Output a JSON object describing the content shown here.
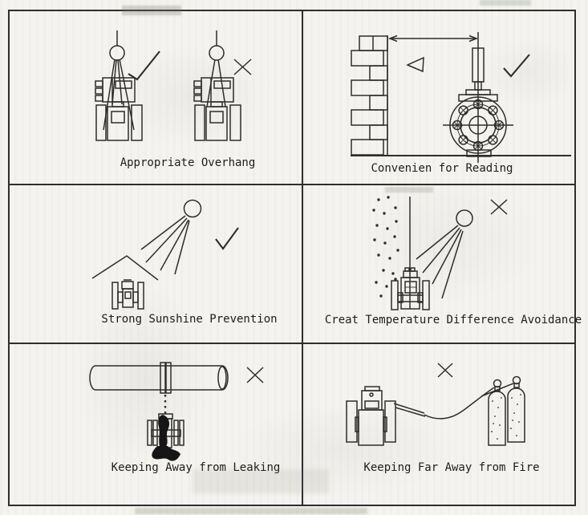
{
  "colors": {
    "paper": "#f4f3ef",
    "ink": "#2d2d2d",
    "caption_text": "#1d1d1d"
  },
  "icons": {
    "check": "✓",
    "cross": "✕",
    "sun": "○",
    "view_direction": "◁"
  },
  "panels": [
    {
      "caption": "Appropriate Overhang",
      "marks": [
        "check",
        "cross"
      ]
    },
    {
      "caption": "Convenien for Reading",
      "marks": [
        "check"
      ]
    },
    {
      "caption": "Strong Sunshine Prevention",
      "marks": [
        "check"
      ]
    },
    {
      "caption": "Creat Temperature Difference Avoidance",
      "marks": [
        "cross"
      ]
    },
    {
      "caption": "Keeping Away from Leaking",
      "marks": [
        "cross"
      ]
    },
    {
      "caption": "Keeping Far Away from Fire",
      "marks": [
        "cross"
      ]
    }
  ]
}
